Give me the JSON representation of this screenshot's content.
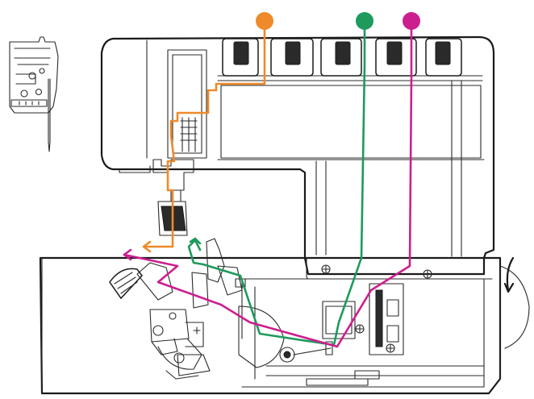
{
  "diagram": {
    "colors": {
      "outline": "#1a1a1a",
      "orange": "#ee8a2a",
      "green": "#1e9a5c",
      "magenta": "#cc1f8f"
    },
    "markers": [
      {
        "color_key": "orange",
        "icon": "orange-dot-icon"
      },
      {
        "color_key": "green",
        "icon": "green-dot-icon"
      },
      {
        "color_key": "magenta",
        "icon": "magenta-dot-icon"
      }
    ],
    "tension_dials": 5
  }
}
